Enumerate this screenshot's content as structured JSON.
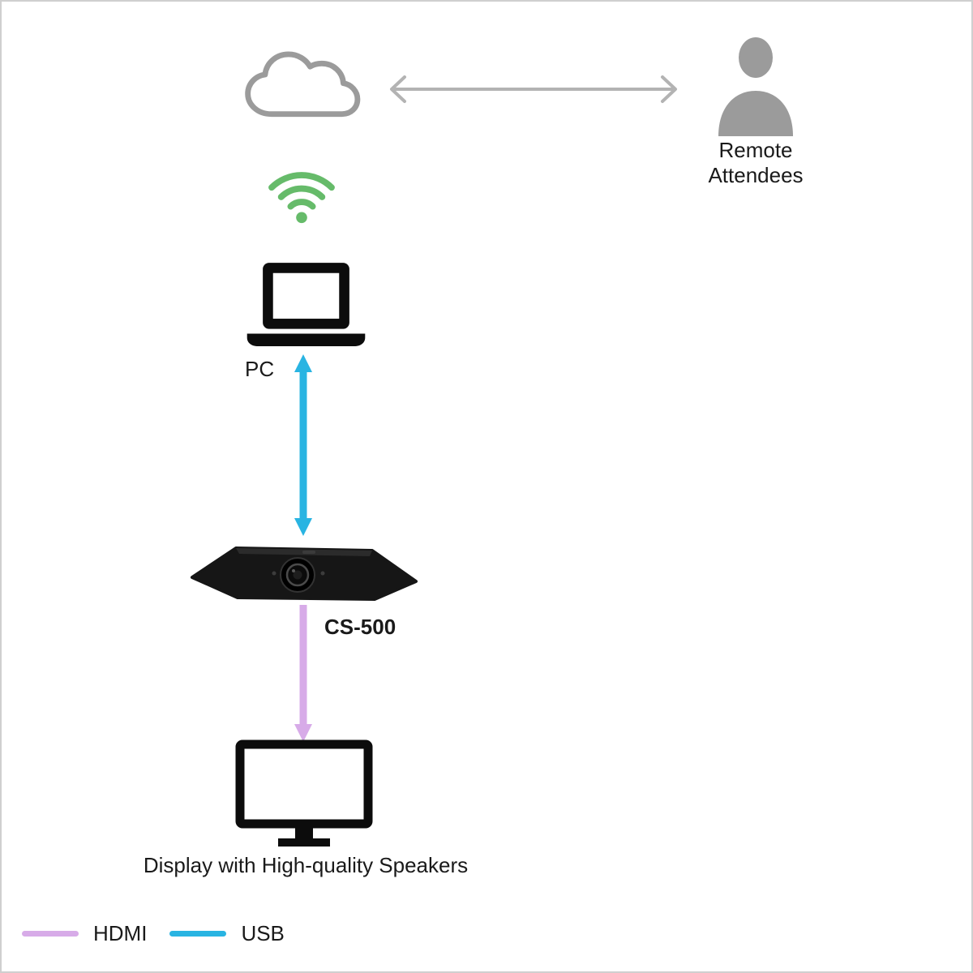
{
  "diagram": {
    "remote_attendees_line1": "Remote",
    "remote_attendees_line2": "Attendees",
    "pc_label": "PC",
    "device_label": "CS-500",
    "display_label": "Display with High-quality Speakers"
  },
  "legend": {
    "hdmi_label": "HDMI",
    "usb_label": "USB"
  },
  "colors": {
    "cloud_gray": "#9b9b9b",
    "person_gray": "#9b9b9b",
    "arrow_gray": "#b3b3b3",
    "wifi_green": "#66bb6a",
    "usb": "#29b4e2",
    "hdmi": "#d7abe8",
    "icon_black": "#0c0c0c"
  },
  "icons": [
    "cloud-icon",
    "bidirectional-arrow-icon",
    "person-icon",
    "wifi-icon",
    "laptop-icon",
    "usb-arrow-icon",
    "cs500-device-icon",
    "hdmi-arrow-icon",
    "monitor-icon",
    "hdmi-line-swatch",
    "usb-line-swatch"
  ]
}
